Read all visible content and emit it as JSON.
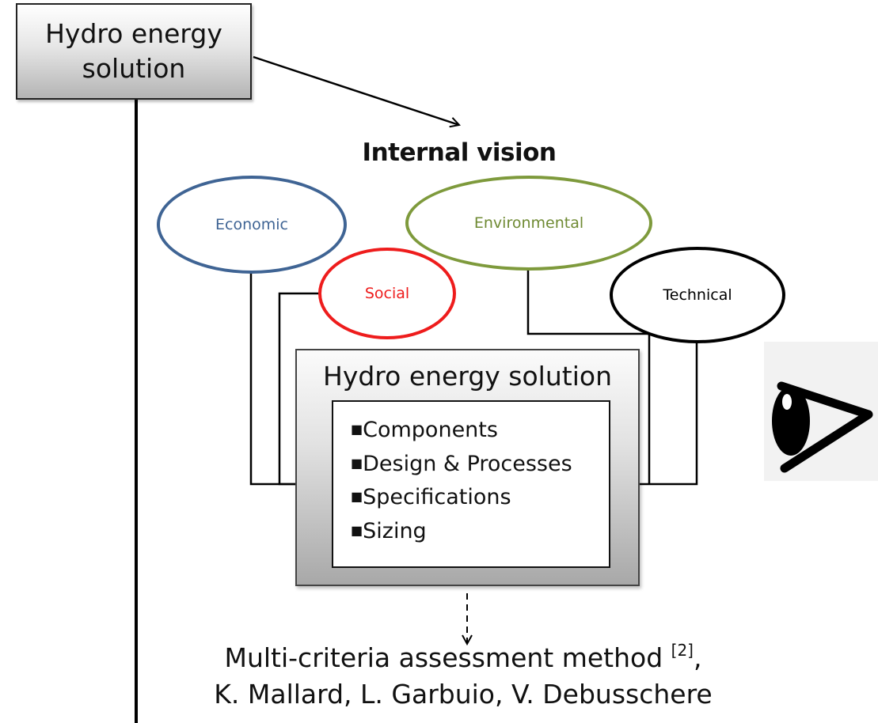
{
  "top_box": {
    "line1": "Hydro energy",
    "line2": "solution"
  },
  "vision_title": "Internal vision",
  "criteria": {
    "economic": "Economic",
    "environmental": "Environmental",
    "social": "Social",
    "technical": "Technical"
  },
  "center_box": {
    "title": "Hydro energy solution",
    "items": [
      "Components",
      "Design & Processes",
      "Specifications",
      "Sizing"
    ]
  },
  "method": {
    "line1": "Multi-criteria assessment method",
    "ref": "[2]",
    "line1_suffix": ",",
    "line2": "K. Mallard, L. Garbuio, V. Debusschere"
  },
  "colors": {
    "economic": "#3f6494",
    "environmental": "#7e9a3c",
    "social": "#ee1c1c",
    "technical": "#000000"
  },
  "icons": {
    "viewer": "eye-icon"
  }
}
